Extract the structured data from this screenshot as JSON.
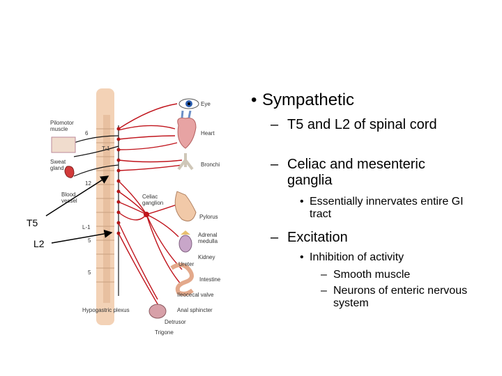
{
  "figure": {
    "labels": {
      "eye": "Eye",
      "pilomotor": "Pilomotor\nmuscle",
      "heart": "Heart",
      "t1": "T-1",
      "sweat": "Sweat\ngland",
      "bronchi": "Bronchi",
      "twelve": "12",
      "blood": "Blood\nvessel",
      "celiac": "Celiac\nganglion",
      "pylorus": "Pylorus",
      "l1": "L-1",
      "adrenal": "Adrenal\nmedulla",
      "kidney": "Kidney",
      "ureter": "Ureter",
      "intestine": "Intestine",
      "ileocecal": "Ileocecal valve",
      "hypogastric": "Hypogastric plexus",
      "anal": "Anal sphincter",
      "detrusor": "Detrusor",
      "trigone": "Trigone",
      "six": "6",
      "five_a": "5",
      "five_b": "5"
    }
  },
  "callouts": {
    "t5": "T5",
    "l2": "L2"
  },
  "bullets": {
    "sympathetic": "Sympathetic",
    "t5_l2": "T5 and L2 of spinal cord",
    "celiac_mesenteric": "Celiac and mesenteric ganglia",
    "innervates": "Essentially innervates entire GI tract",
    "excitation": "Excitation",
    "inhibition": "Inhibition of activity",
    "smooth_muscle": "Smooth muscle",
    "neurons_enteric": "Neurons of enteric nervous system"
  }
}
